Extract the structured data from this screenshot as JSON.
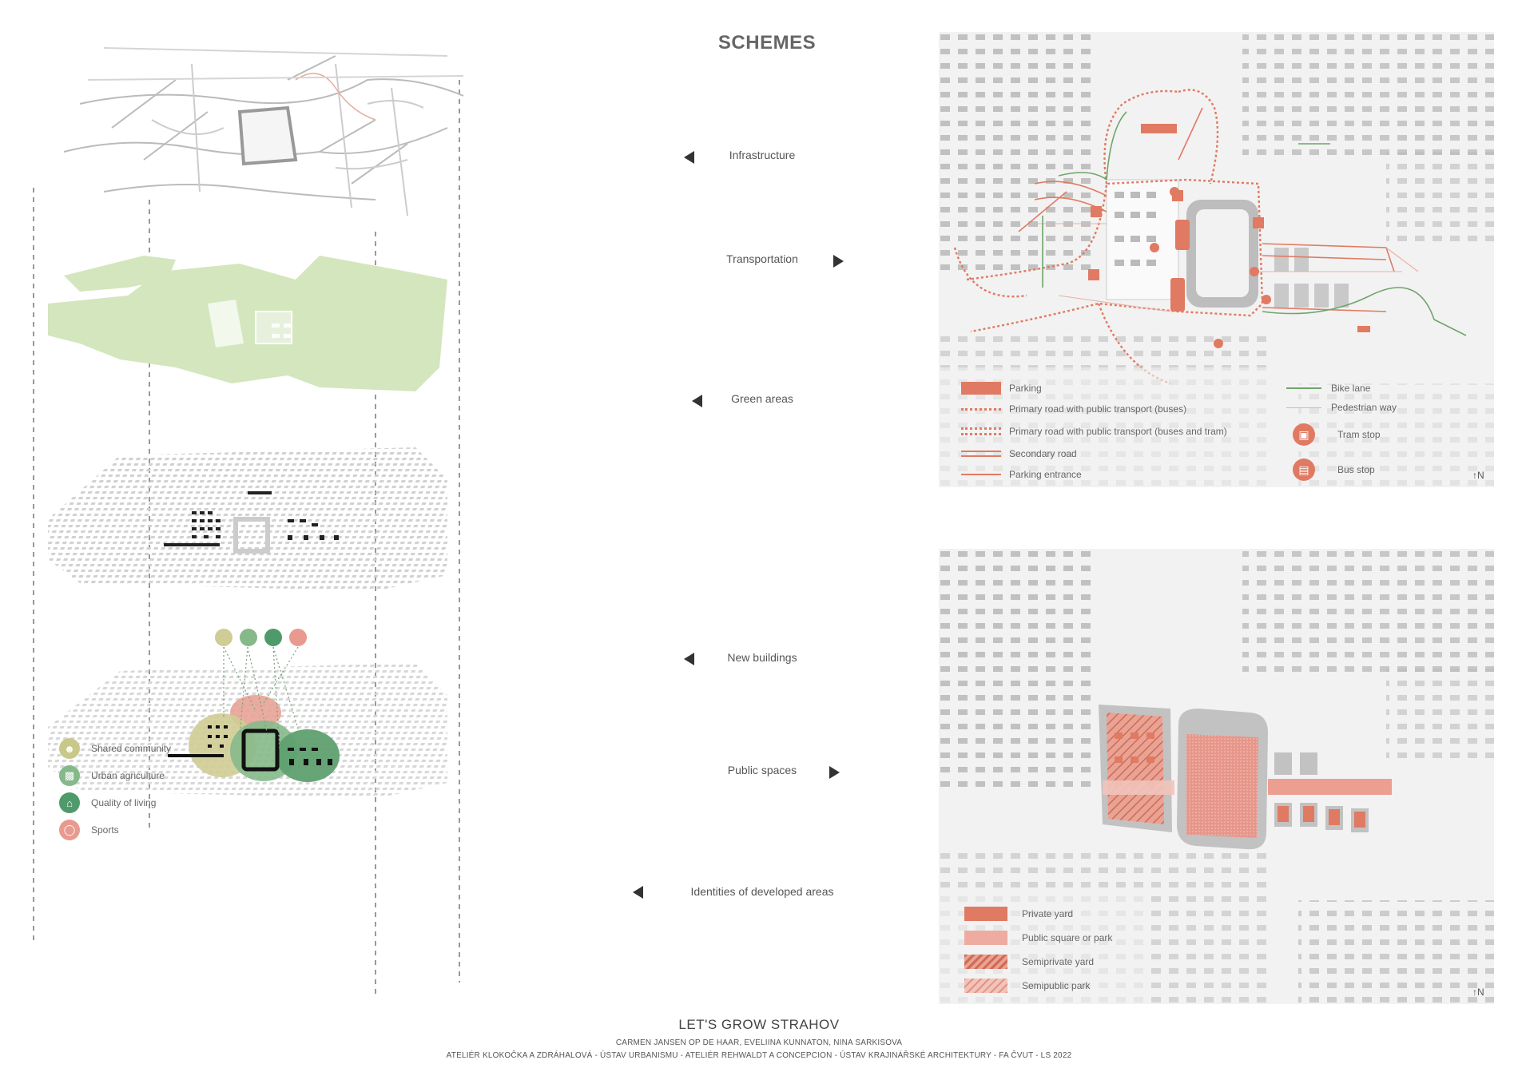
{
  "title": "SCHEMES",
  "layers": [
    {
      "label": "Infrastructure",
      "arrow": "left"
    },
    {
      "label": "Transportation",
      "arrow": "right"
    },
    {
      "label": "Green areas",
      "arrow": "left"
    },
    {
      "label": "New buildings",
      "arrow": "left"
    },
    {
      "label": "Public spaces",
      "arrow": "right"
    },
    {
      "label": "Identities of developed areas",
      "arrow": "left"
    }
  ],
  "identities_legend": [
    {
      "label": "Shared community",
      "icon": "community-icon",
      "color": "#c8c88a"
    },
    {
      "label": "Urban agriculture",
      "icon": "agriculture-icon",
      "color": "#86b98a"
    },
    {
      "label": "Quality of living",
      "icon": "house-icon",
      "color": "#4f9a6a"
    },
    {
      "label": "Sports",
      "icon": "sports-icon",
      "color": "#e89a8e"
    }
  ],
  "transport_legend": {
    "left": [
      {
        "label": "Parking",
        "type": "fill"
      },
      {
        "label": "Primary road with public transport (buses)",
        "type": "dotted"
      },
      {
        "label": "Primary road with public transport (buses and tram)",
        "type": "dotted-double"
      },
      {
        "label": "Secondary road",
        "type": "arrow-double"
      },
      {
        "label": "Parking entrance",
        "type": "arrow"
      }
    ],
    "right": [
      {
        "label": "Bike lane",
        "type": "green-arrow"
      },
      {
        "label": "Pedestrian way",
        "type": "thin-line"
      },
      {
        "label": "Tram stop",
        "type": "tram-icon"
      },
      {
        "label": "Bus stop",
        "type": "bus-icon"
      }
    ]
  },
  "public_legend": [
    {
      "label": "Private yard",
      "type": "solid-dark"
    },
    {
      "label": "Public square or park",
      "type": "solid-light"
    },
    {
      "label": "Semiprivate yard",
      "type": "hatch-dark"
    },
    {
      "label": "Semipublic park",
      "type": "hatch-light"
    }
  ],
  "north_label": "N",
  "colors": {
    "accent": "#e07a63",
    "green": "#cfe3b4",
    "bike_green": "#6fa56a",
    "map_bg": "#f2f2f2",
    "building_grey": "#bdbdbd"
  },
  "footer": {
    "title": "LET'S GROW STRAHOV",
    "authors": "CARMEN JANSEN OP DE HAAR, EVELIINA KUNNATON, NINA SARKISOVA",
    "institutions": "ATELIÉR KLOKOČKA A ZDRÁHALOVÁ - ÚSTAV URBANISMU - ATELIÉR REHWALDT A CONCEPCION - ÚSTAV KRAJINÁŘSKÉ ARCHITEKTURY - FA ČVUT - LS 2022"
  }
}
